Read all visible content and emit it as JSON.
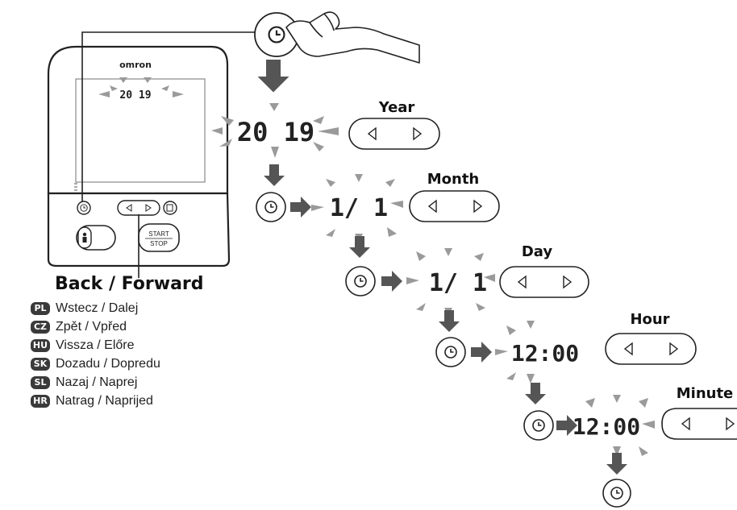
{
  "device": {
    "brand": "omron",
    "display_value": "20 19",
    "start_label": "START",
    "stop_label": "STOP"
  },
  "steps": [
    {
      "title": "Year",
      "display": "20 19"
    },
    {
      "title": "Month",
      "display": "1/  1"
    },
    {
      "title": "Day",
      "display": "1/  1"
    },
    {
      "title": "Hour",
      "display": "12:00"
    },
    {
      "title": "Minute",
      "display": "12:00"
    }
  ],
  "legend": {
    "title": "Back / Forward",
    "items": [
      {
        "code": "PL",
        "text": "Wstecz / Dalej"
      },
      {
        "code": "CZ",
        "text": "Zpět / Vpřed"
      },
      {
        "code": "HU",
        "text": "Vissza / Előre"
      },
      {
        "code": "SK",
        "text": "Dozadu / Dopredu"
      },
      {
        "code": "SL",
        "text": "Nazaj / Naprej"
      },
      {
        "code": "HR",
        "text": "Natrag / Naprijed"
      }
    ]
  },
  "icons": [
    "clock-icon",
    "hand-icon",
    "left-arrow-icon",
    "right-arrow-icon",
    "person-icon",
    "memory-icon",
    "down-arrow-icon",
    "right-flow-arrow-icon"
  ],
  "colors": {
    "flow_arrow": "#555555",
    "flash_ray": "#9a9a9a",
    "outline": "#222222"
  }
}
